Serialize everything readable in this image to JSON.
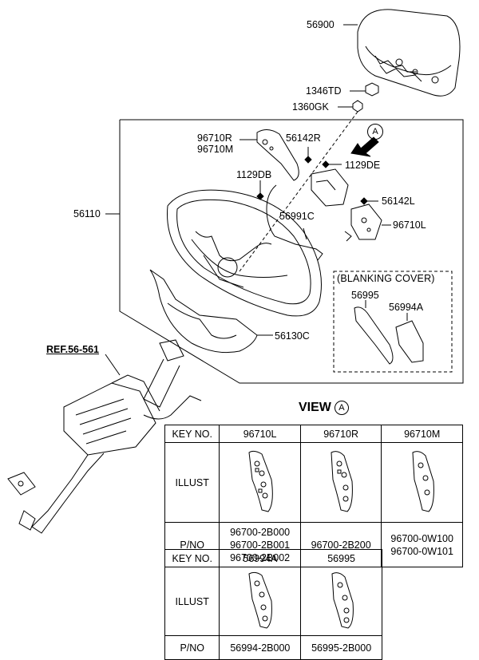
{
  "callouts": {
    "p56900": "56900",
    "p1346td": "1346TD",
    "p1360gk": "1360GK",
    "p96710r": "96710R",
    "p96710m": "96710M",
    "p56142r": "56142R",
    "p1129de": "1129DE",
    "p1129db": "1129DB",
    "p56110": "56110",
    "p56142l": "56142L",
    "p56991c": "56991C",
    "p96710l": "96710L",
    "blanking": "(BLANKING COVER)",
    "p56995": "56995",
    "p56994a": "56994A",
    "p56130c": "56130C",
    "ref": "REF.56-561",
    "view_marker": "A"
  },
  "view": {
    "label": "VIEW",
    "marker": "A"
  },
  "table1": {
    "key_header": "KEY NO.",
    "illust_header": "ILLUST",
    "pno_header": "P/NO",
    "columns": [
      {
        "key": "96710L",
        "pnos": [
          "96700-2B000",
          "96700-2B001",
          "96700-2B002"
        ]
      },
      {
        "key": "96710R",
        "pnos": [
          "96700-2B200"
        ]
      },
      {
        "key": "96710M",
        "pnos": [
          "96700-0W100",
          "96700-0W101"
        ]
      }
    ]
  },
  "table2": {
    "key_header": "KEY NO.",
    "illust_header": "ILLUST",
    "pno_header": "P/NO",
    "columns": [
      {
        "key": "56994A",
        "pnos": [
          "56994-2B000"
        ]
      },
      {
        "key": "56995",
        "pnos": [
          "56995-2B000"
        ]
      }
    ]
  }
}
